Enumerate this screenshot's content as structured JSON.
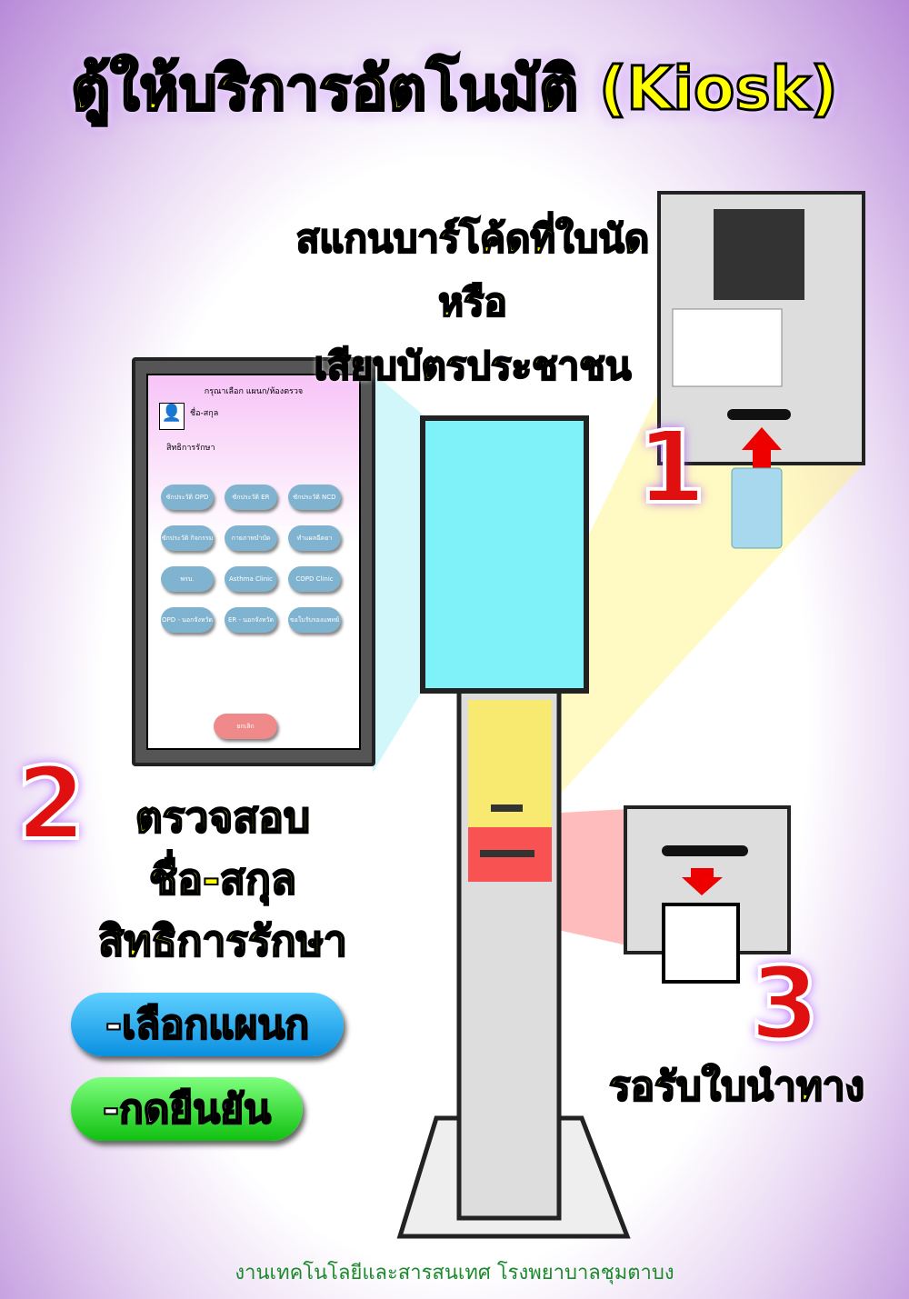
{
  "title": "ตู้ให้บริการอัตโนมัติ (Kiosk)",
  "step1": {
    "number": "1",
    "lines": [
      "สแกนบาร์โค้ดที่ใบนัด",
      "หรือ",
      "เสียบบัตรประชาชน"
    ]
  },
  "step2": {
    "number": "2",
    "lines": [
      "ตรวจสอบ",
      "ชื่อ-สกุล",
      "สิทธิการรักษา"
    ],
    "actions": [
      "-เลือกแผนก",
      "-กดยืนยัน"
    ]
  },
  "step3": {
    "number": "3",
    "text": "รอรับใบนำทาง"
  },
  "kiosk_screen": {
    "header": "กรุณาเลือก แผนก/ห้องตรวจ",
    "name_label": "ชื่อ-สกุล",
    "rights_label": "สิทธิการรักษา",
    "buttons": [
      "ซักประวัติ OPD",
      "ซักประวัติ ER",
      "ซักประวัติ NCD",
      "ซักประวัติ กิจกรรม",
      "กายภาพบำบัด",
      "ทำแผลฉีดยา",
      "พรบ.",
      "Asthma Clinic",
      "COPD Clinic",
      "OPD - นอกจังหวัด",
      "ER - นอกจังหวัด",
      "ขอใบรับรองแพทย์"
    ],
    "cancel": "ยกเลิก"
  },
  "footer": "งานเทคโนโลยีและสารสนเทศ โรงพยาบาลชุมตาบง",
  "colors": {
    "title": "#ffff00",
    "select_pill": "#1aa8f0",
    "confirm_pill": "#22dd22",
    "cancel": "#f08a8a",
    "footer": "#1a8a2a"
  }
}
